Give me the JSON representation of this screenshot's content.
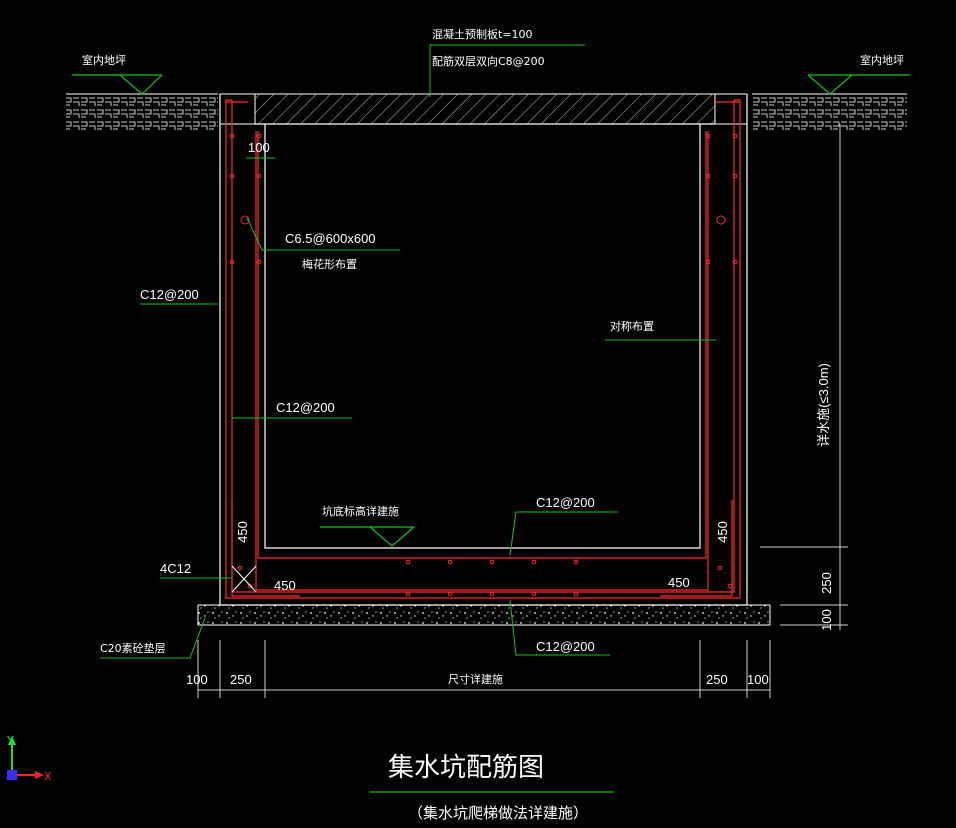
{
  "title": "集水坑配筋图",
  "subtitle": "（集水坑爬梯做法详建施）",
  "labels": {
    "floor_left": "室内地坪",
    "floor_right": "室内地坪",
    "cover_slab": "混凝土预制板t=100",
    "cover_rebar": "配筋双层双向C8@200",
    "tie_spec": "C6.5@600x600",
    "tie_note": "梅花形布置",
    "wall_left_outer": "C12@200",
    "wall_left_inner": "C12@200",
    "wall_right_note": "对称布置",
    "base_top": "C12@200",
    "base_bottom": "C12@200",
    "corner_bars": "4C12",
    "cushion": "C20素砼垫层",
    "pit_bottom": "坑底标高详建施",
    "depth": "详水施(≤3.0m)"
  },
  "dims": {
    "d100_top": "100",
    "d450_left_v": "450",
    "d450_left_h": "450",
    "d450_right_v": "450",
    "d450_right_h": "450",
    "d250_right": "250",
    "d100_right": "100",
    "b100_left": "100",
    "b250_left": "250",
    "b_center": "尺寸详建施",
    "b250_right": "250",
    "b100_right": "100"
  },
  "axes": {
    "x": "X",
    "y": "Y"
  },
  "colors": {
    "rebar": "#ff2a2a",
    "leader": "#18c018",
    "outline": "#ffffff",
    "dim": "#cfcfcf",
    "axis_x": "#ff2020",
    "axis_y": "#20e020",
    "axis_origin": "#3030ff"
  }
}
